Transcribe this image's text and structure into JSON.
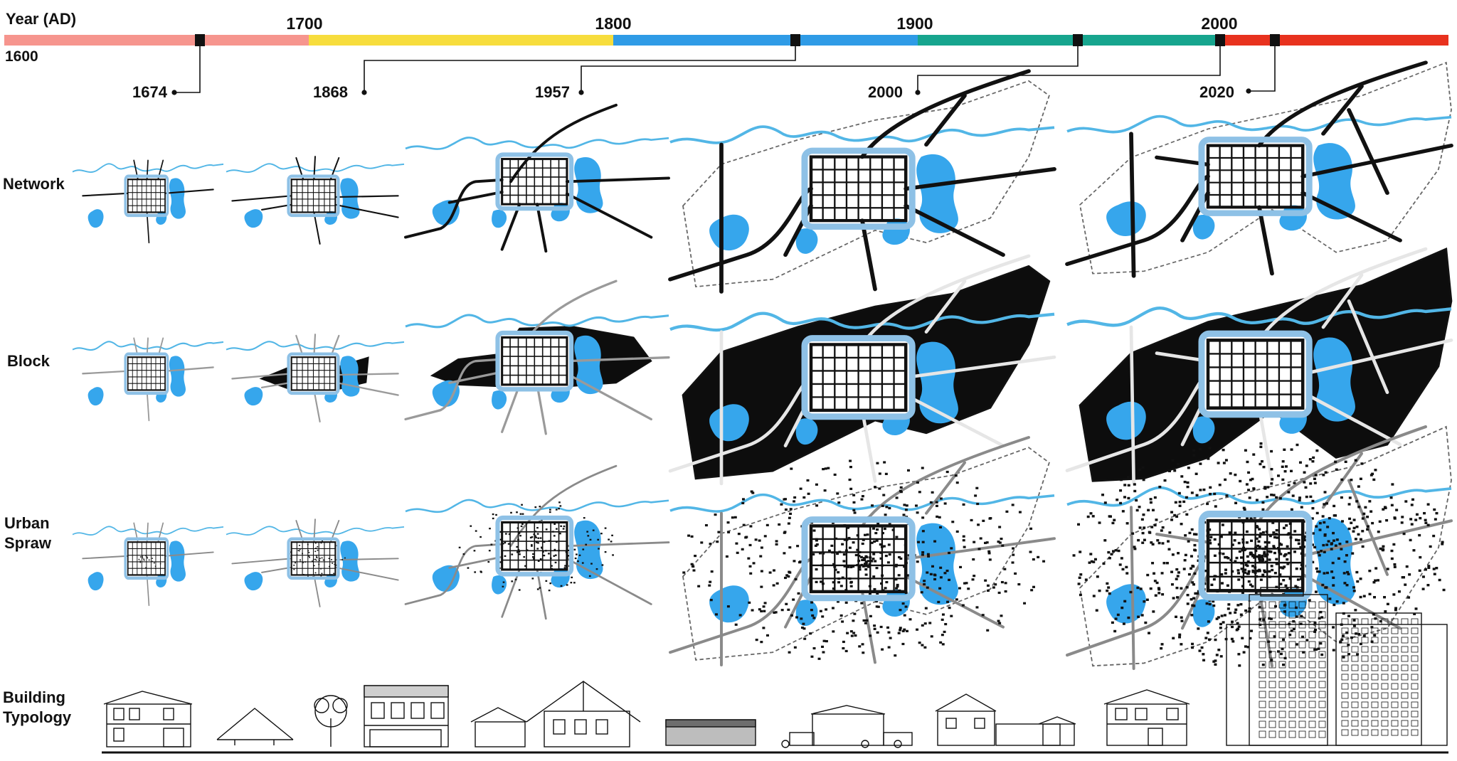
{
  "timeline": {
    "title": "Year (AD)",
    "start_label": "1600",
    "tick_labels": [
      "1700",
      "1800",
      "1900",
      "2000"
    ],
    "segment_colors": [
      "#f6958e",
      "#f7dd3d",
      "#2f9be6",
      "#17a58e",
      "#e8321e"
    ],
    "marker_color": "#111111"
  },
  "snapshots": [
    "1674",
    "1868",
    "1957",
    "2000",
    "2020"
  ],
  "rows": {
    "network": "Network",
    "block": "Block",
    "sprawl": "Urban\nSpraw",
    "typology": "Building\nTypology"
  },
  "colors": {
    "water": "#36a6ec",
    "river": "#52b6e6",
    "grid_frame": "#8ec1e6",
    "ink": "#111111",
    "fill_black": "#0d0d0d"
  }
}
